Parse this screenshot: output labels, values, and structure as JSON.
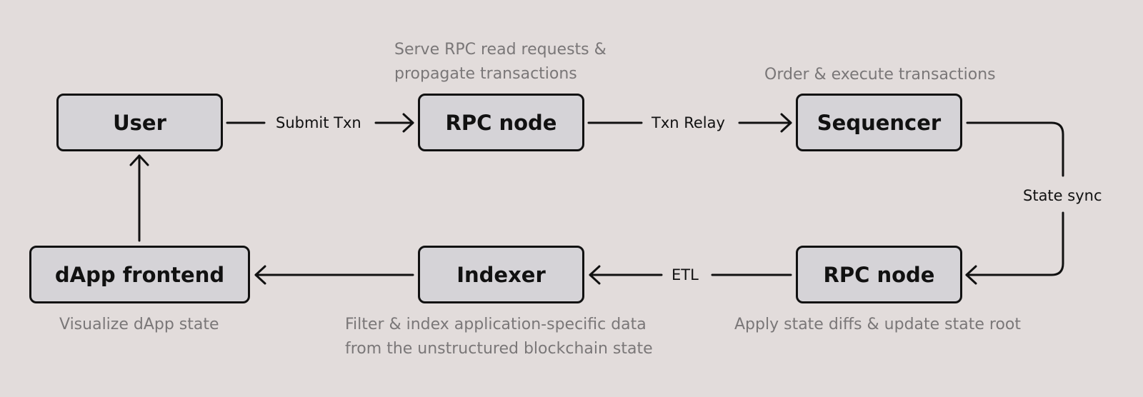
{
  "nodes": {
    "user": "User",
    "rpc_node_top": "RPC node",
    "sequencer": "Sequencer",
    "rpc_node_bottom": "RPC node",
    "indexer": "Indexer",
    "dapp_frontend": "dApp frontend"
  },
  "edges": {
    "submit_txn": "Submit Txn",
    "txn_relay": "Txn Relay",
    "state_sync": "State sync",
    "etl": "ETL"
  },
  "captions": {
    "rpc_node_top": [
      "Serve RPC read requests &",
      "propagate transactions"
    ],
    "sequencer": [
      "Order & execute transactions"
    ],
    "dapp_frontend": [
      "Visualize dApp state"
    ],
    "indexer": [
      "Filter & index application-specific data",
      "from the unstructured blockchain state"
    ],
    "rpc_node_bottom": [
      "Apply state diffs & update state root"
    ]
  },
  "colors": {
    "background": "#e2dcdb",
    "node_fill": "#d5d3d7",
    "stroke": "#111111",
    "caption_text": "#7a7778"
  }
}
